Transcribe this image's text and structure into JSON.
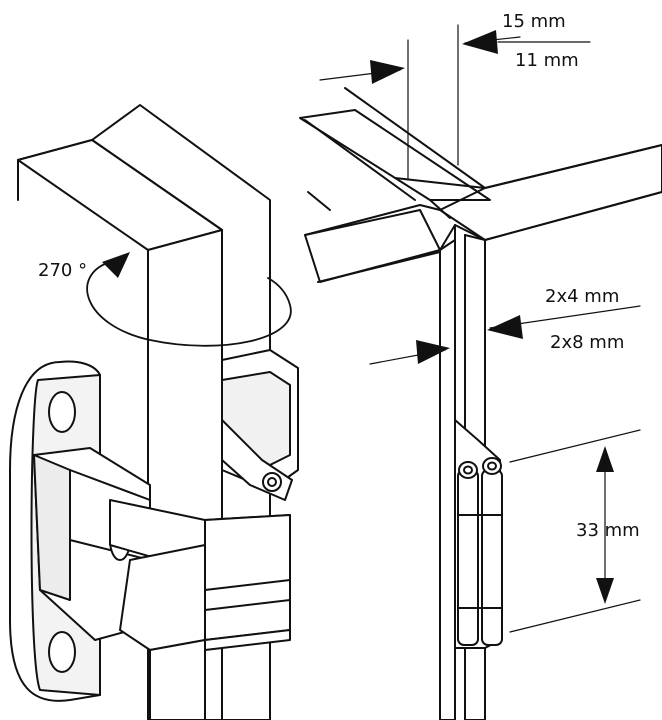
{
  "annotations": {
    "rotation_angle": "270 °",
    "gap_top_large": "15 mm",
    "gap_top_small": "11 mm",
    "clearance_large": "2x4 mm",
    "clearance_small": "2x8 mm",
    "hinge_height": "33 mm"
  },
  "colors": {
    "line": "#111111",
    "background": "#ffffff"
  }
}
